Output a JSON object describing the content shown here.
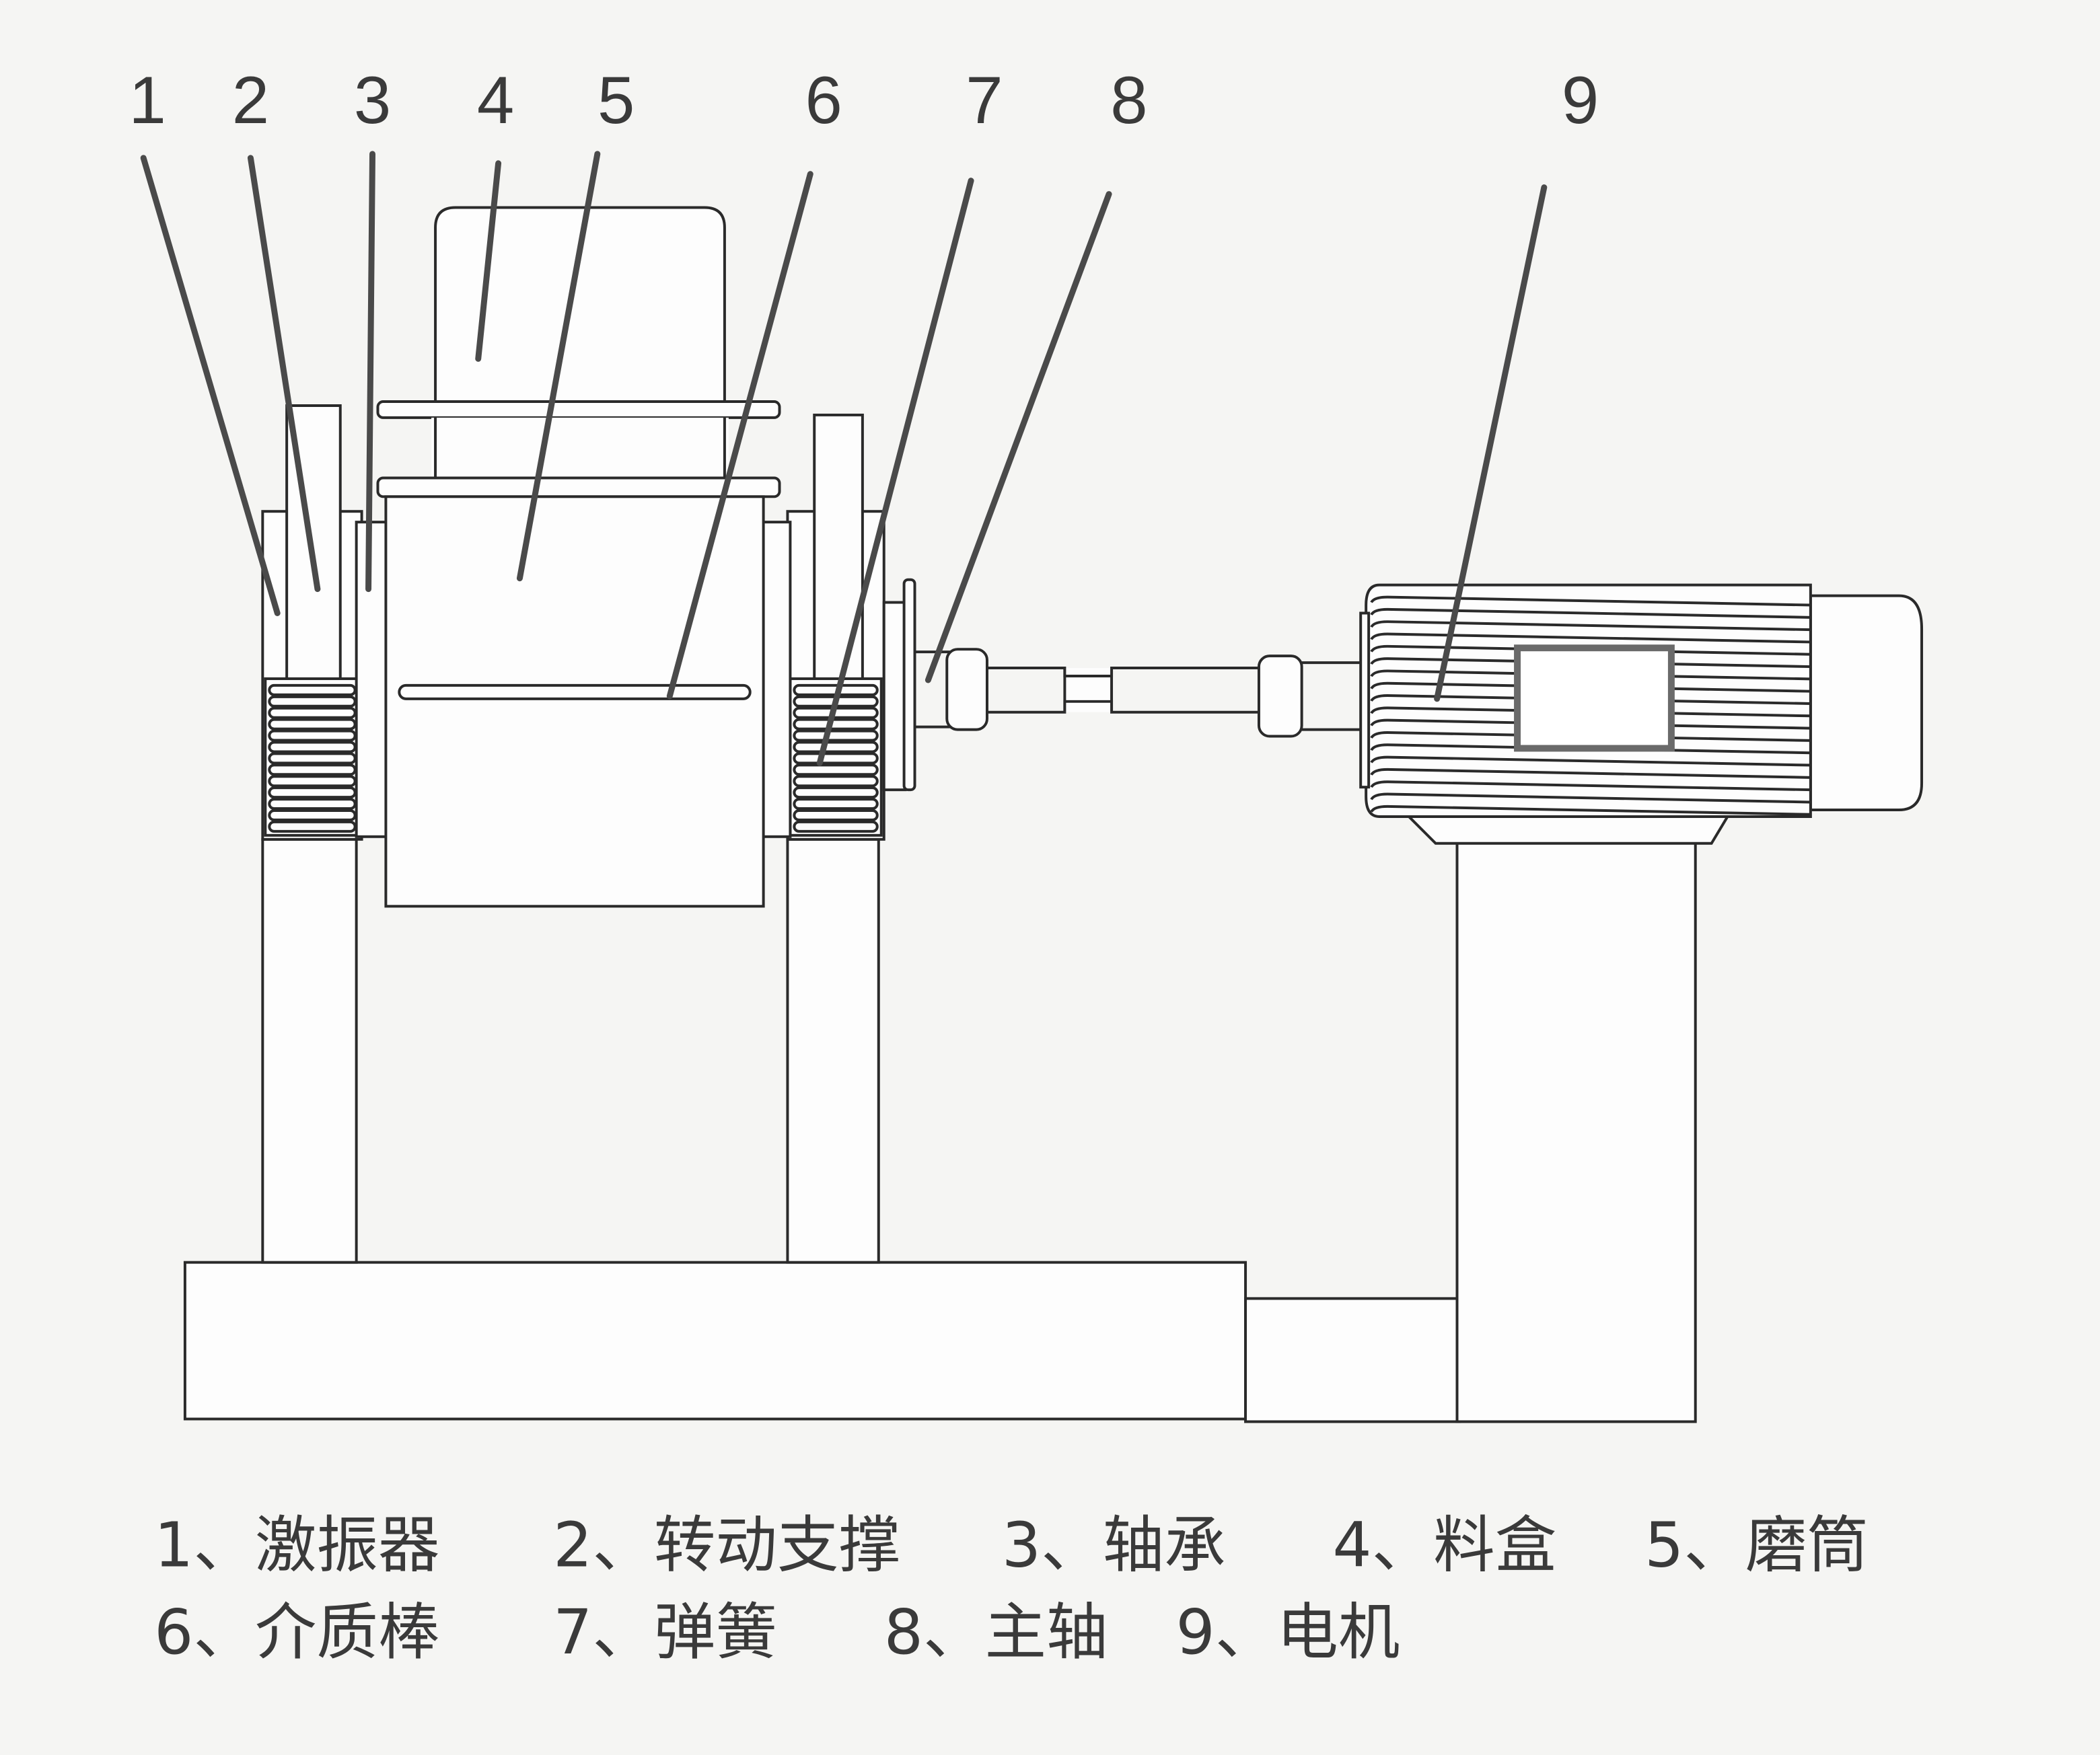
{
  "callout_numbers": [
    "1",
    "2",
    "3",
    "4",
    "5",
    "6",
    "7",
    "8",
    "9"
  ],
  "legend": [
    "1、激振器",
    "2、转动支撑",
    "3、轴承",
    "4、料盒",
    "5、磨筒",
    "6、介质棒",
    "7、弹簧",
    "8、主轴",
    "9、电机"
  ]
}
